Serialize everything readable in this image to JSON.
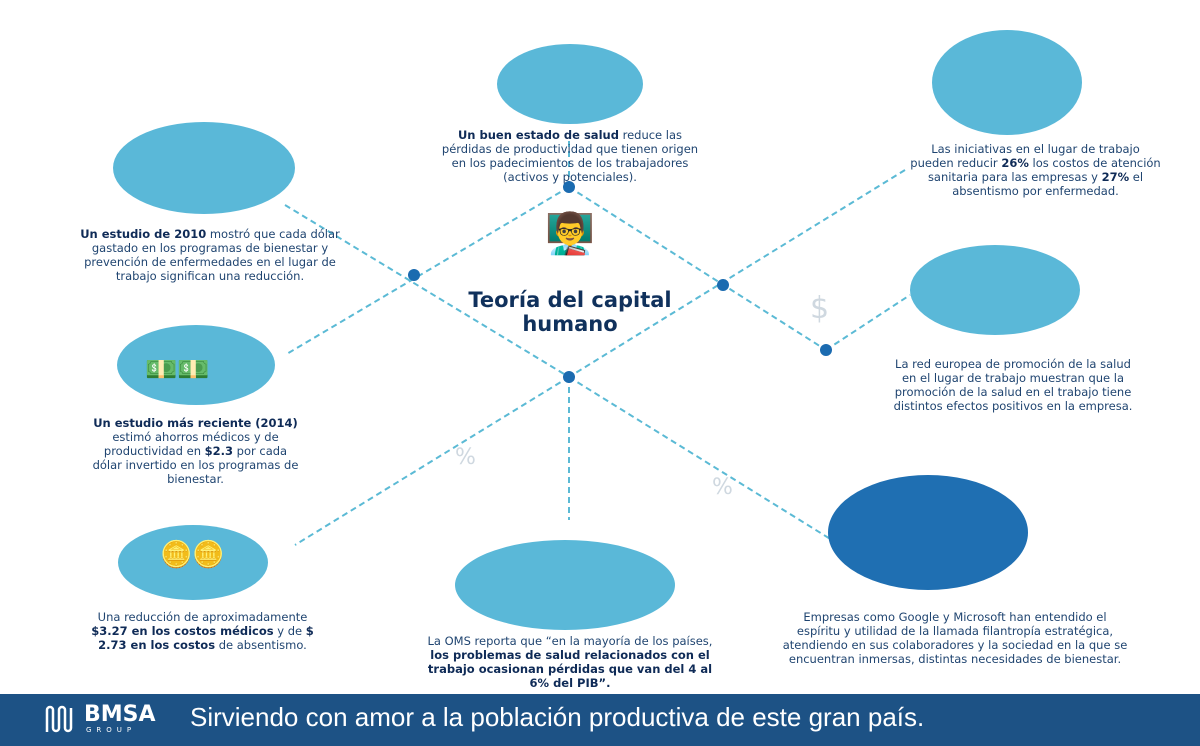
{
  "center_title": "Teoría del capital humano",
  "blocks": [
    {
      "bold": "Un buen estado de salud",
      "text": " reduce las pérdidas de productividad que tienen origen en los padecimientos de los trabajadores (activos y potenciales)."
    },
    {
      "bold": "Un estudio de 2010",
      "text": " mostró que cada dólar gastado en los programas de bienestar y prevención de enfermedades en el lugar de trabajo significan una reducción."
    },
    {
      "pre": "Las iniciativas en el lugar de trabajo pueden reducir ",
      "b1": "26%",
      "mid": " los costos de atención sanitaria para las empresas y ",
      "b2": "27%",
      "post": " el absentismo por enfermedad."
    },
    {
      "text": "La red europea de promoción de la salud en el lugar de trabajo  muestran que la promoción de la salud en el trabajo  tiene distintos efectos positivos en la empresa."
    },
    {
      "bold": "Un estudio más reciente (2014)",
      "pre": " estimó ahorros médicos y de productividad en ",
      "b2": "$2.3",
      "post": " por cada dólar invertido en los programas de bienestar."
    },
    {
      "pre": "Una reducción de aproximadamente ",
      "b1": "$3.27 en los costos médicos",
      "mid": " y de ",
      "b2": "$ 2.73 en los costos",
      "post": " de absentismo."
    },
    {
      "pre": "La OMS reporta que “en la mayoría de los países, ",
      "b1": "los problemas de salud relacionados con el trabajo ocasionan pérdidas que van del 4 al 6% del PIB”."
    },
    {
      "text": "Empresas como Google y Microsoft han entendido el espíritu y utilidad de la llamada filantropía estratégica, atendiendo en sus colaboradores y la sociedad en la que se encuentran inmersas, distintas necesidades de bienestar."
    }
  ],
  "decor": {
    "pct1": "%",
    "pct2": "%",
    "dollar": "$"
  },
  "footer": {
    "brand": "BMSA",
    "group": "GROUP",
    "slogan": "Sirviendo con amor a la población productiva de este gran país."
  }
}
